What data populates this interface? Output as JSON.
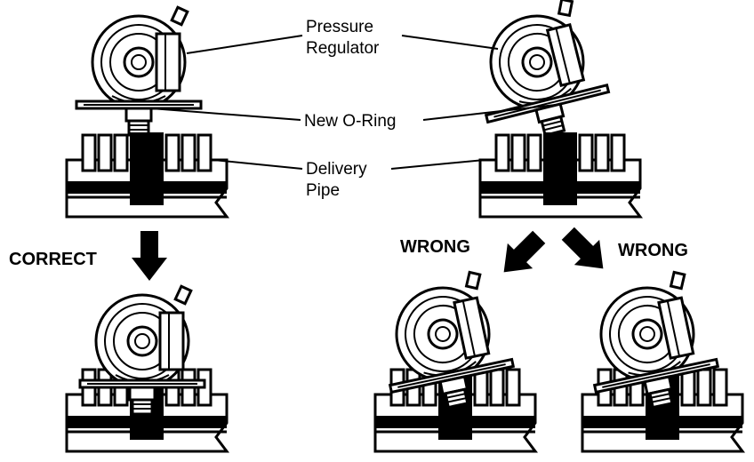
{
  "labels": {
    "pressure_regulator_line1": "Pressure",
    "pressure_regulator_line2": "Regulator",
    "new_o_ring": "New O-Ring",
    "delivery_pipe_line1": "Delivery",
    "delivery_pipe_line2": "Pipe",
    "correct": "CORRECT",
    "wrong_left": "WRONG",
    "wrong_right": "WRONG"
  }
}
